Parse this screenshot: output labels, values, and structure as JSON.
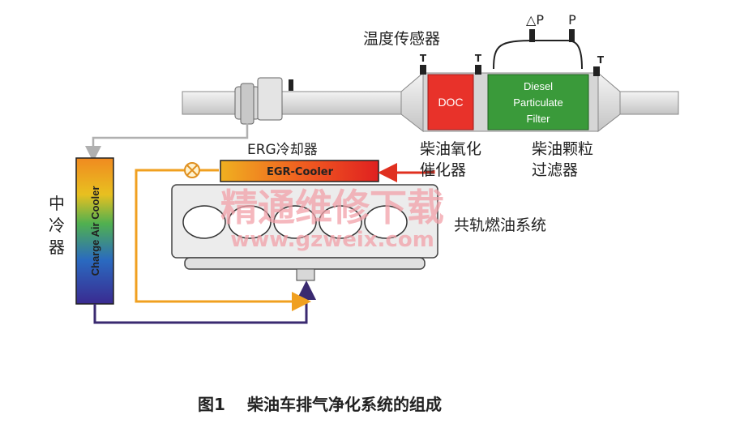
{
  "labels": {
    "temp_sensor": "温度传感器",
    "delta_p": "△P",
    "p": "P",
    "t": "T",
    "doc_box": "DOC",
    "dpf_line1": "Diesel",
    "dpf_line2": "Particulate",
    "dpf_line3": "Filter",
    "erg_cooler_label": "ERG冷却器",
    "egr_cooler_box": "EGR-Cooler",
    "doc_line1": "柴油氧化",
    "doc_line2": "催化器",
    "dpf_cn_line1": "柴油颗粒",
    "dpf_cn_line2": "过滤器",
    "intercooler_c1": "中",
    "intercooler_c2": "冷",
    "intercooler_c3": "器",
    "charge_air_cooler": "Charge Air Cooler",
    "common_rail": "共轨燃油系统"
  },
  "watermark": {
    "line1": "精通维修下载",
    "line2": "www.gzweix.com"
  },
  "caption": {
    "number": "图1",
    "text": "柴油车排气净化系统的组成"
  },
  "colors": {
    "doc": "#e8322a",
    "dpf": "#3a9a3a",
    "pipe": "#e6e6e6",
    "orange_line": "#f0a020",
    "purple_line": "#3a2a70",
    "red_arrow": "#e03020",
    "watermark": "#f2a0a8"
  }
}
